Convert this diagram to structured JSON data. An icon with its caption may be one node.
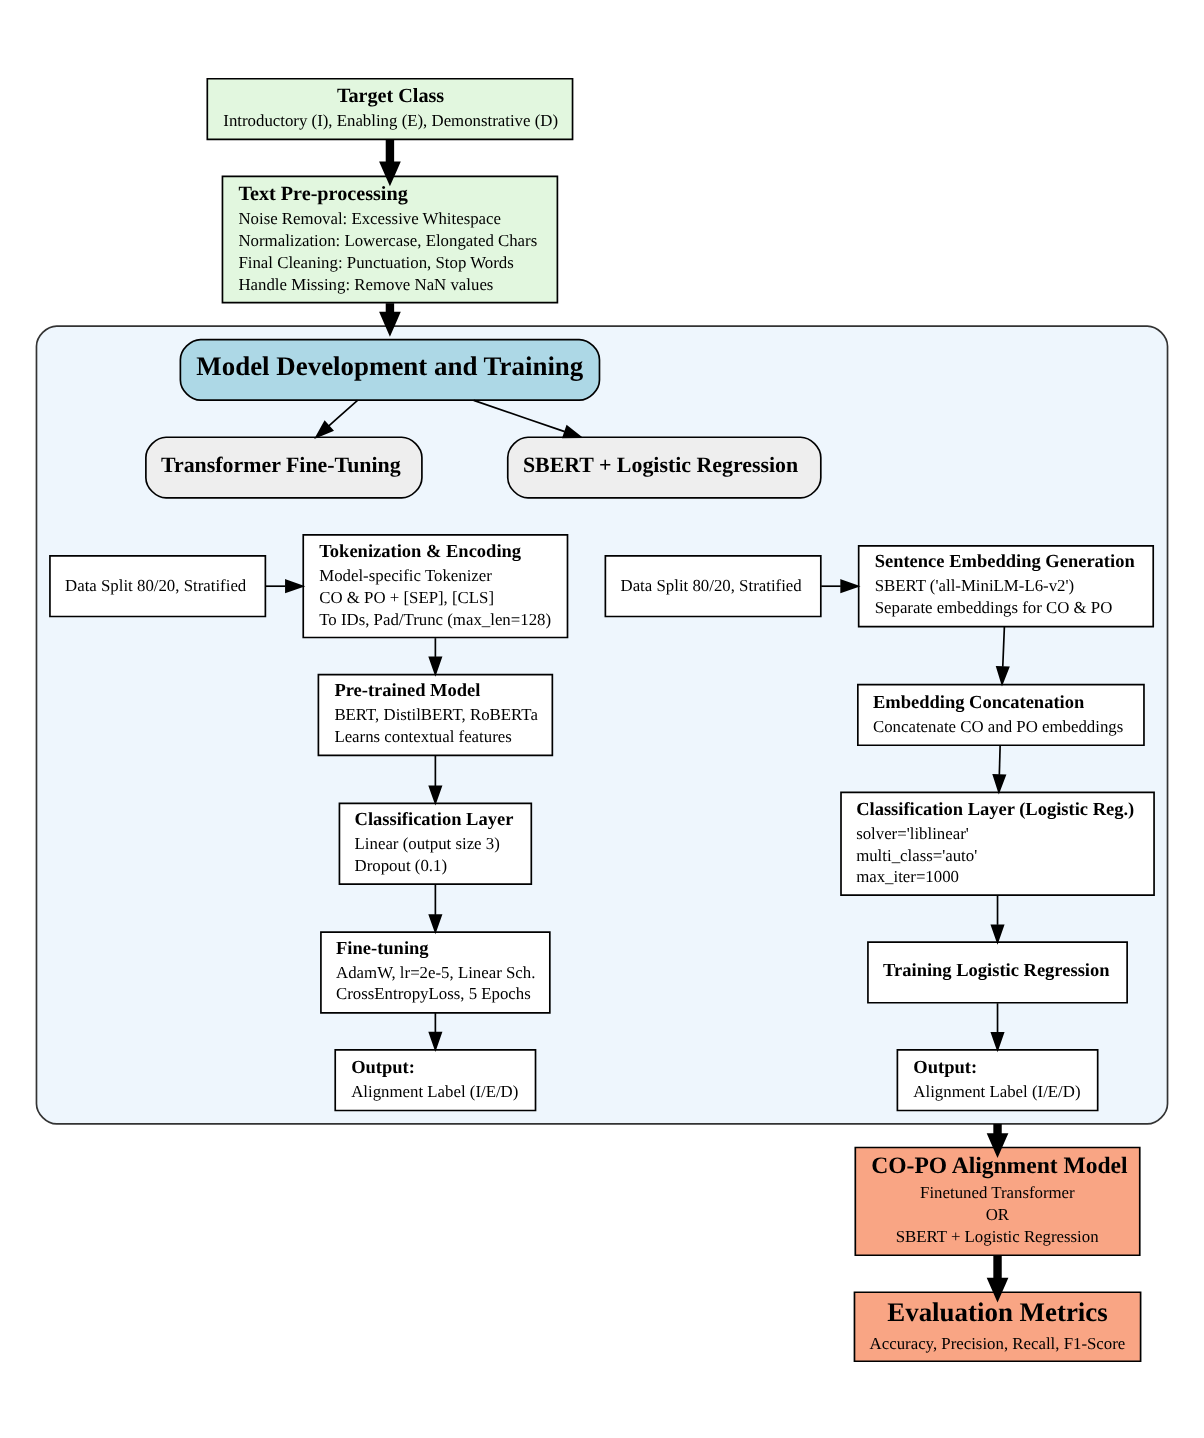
{
  "diagram": {
    "nodes": [
      {
        "text": [
          "Target Class",
          "Introductory (I), Enabling (E), Demonstrative (D)"
        ]
      },
      {
        "text": [
          "Text Pre-processing",
          "Noise Removal: Excessive Whitespace",
          "Normalization: Lowercase, Elongated Chars",
          "Final Cleaning: Punctuation, Stop Words",
          "Handle Missing: Remove NaN values"
        ]
      },
      {
        "text": [],
        "shape": "box"
      },
      {
        "text": [
          "Model Development and Training"
        ],
        "in": 2
      },
      {
        "text": [
          "Transformer Fine-Tuning"
        ],
        "in": 2
      },
      {
        "text": [
          "SBERT + Logistic Regression"
        ],
        "in": 2
      },
      {
        "text": [
          "Data Split 80/20, Stratified"
        ],
        "in": 2
      },
      {
        "text": [
          "Tokenization & Encoding",
          "Model-specific Tokenizer",
          "CO & PO + [SEP], [CLS]",
          "To IDs, Pad/Trunc (max_len=128)"
        ],
        "in": 2
      },
      {
        "text": [
          "Pre-trained Model",
          "BERT, DistilBERT, RoBERTa",
          "Learns contextual features"
        ],
        "in": 2
      },
      {
        "text": [
          "Classification Layer",
          "Linear (output size 3)",
          "Dropout (0.1)"
        ],
        "in": 2
      },
      {
        "text": [
          "Fine-tuning",
          "AdamW, lr=2e-5, Linear Sch.",
          "CrossEntropyLoss, 5 Epochs"
        ],
        "in": 2
      },
      {
        "text": [
          "Output:",
          "Alignment Label (I/E/D)"
        ],
        "in": 2
      },
      {
        "text": [
          "Data Split 80/20, Stratified"
        ],
        "in": 2
      },
      {
        "text": [
          "Sentence Embedding Generation",
          "SBERT ('all-MiniLM-L6-v2')",
          "Separate embeddings for CO & PO"
        ],
        "in": 2
      },
      {
        "text": [
          "Embedding Concatenation",
          "Concatenate CO and PO embeddings"
        ],
        "in": 2
      },
      {
        "text": [
          "Classification Layer (Logistic Reg.)",
          "solver='liblinear'",
          "multi_class='auto'",
          "max_iter=1000"
        ],
        "in": 2
      },
      {
        "text": [
          "Training Logistic Regression"
        ],
        "in": 2
      },
      {
        "text": [
          "Output:",
          "Alignment Label (I/E/D)"
        ],
        "in": 2
      },
      {
        "text": [
          "CO-PO Alignment Model",
          "Finetuned Transformer",
          "OR",
          "SBERT + Logistic Regression"
        ]
      },
      {
        "text": [
          "Evaluation Metrics",
          "Accuracy, Precision, Recall, F1-Score"
        ]
      }
    ],
    "edges": [
      {
        "from": 0,
        "to": 1,
        "arrow": "to",
        "style": "thick"
      },
      {
        "from": 1,
        "to": 2,
        "arrow": "to",
        "style": "thick"
      },
      {
        "from": 3,
        "to": 4,
        "arrow": "to"
      },
      {
        "from": 3,
        "to": 5,
        "arrow": "to"
      },
      {
        "from": 6,
        "to": 7,
        "arrow": "to"
      },
      {
        "from": 7,
        "to": 8,
        "arrow": "to"
      },
      {
        "from": 8,
        "to": 9,
        "arrow": "to"
      },
      {
        "from": 9,
        "to": 10,
        "arrow": "to"
      },
      {
        "from": 10,
        "to": 11,
        "arrow": "to"
      },
      {
        "from": 12,
        "to": 13,
        "arrow": "to"
      },
      {
        "from": 13,
        "to": 14,
        "arrow": "to"
      },
      {
        "from": 14,
        "to": 15,
        "arrow": "to"
      },
      {
        "from": 15,
        "to": 16,
        "arrow": "to"
      },
      {
        "from": 16,
        "to": 17,
        "arrow": "to"
      },
      {
        "from": 2,
        "to": 18,
        "arrow": "to",
        "style": "thick"
      },
      {
        "from": 18,
        "to": 19,
        "arrow": "to",
        "style": "thick"
      }
    ]
  }
}
